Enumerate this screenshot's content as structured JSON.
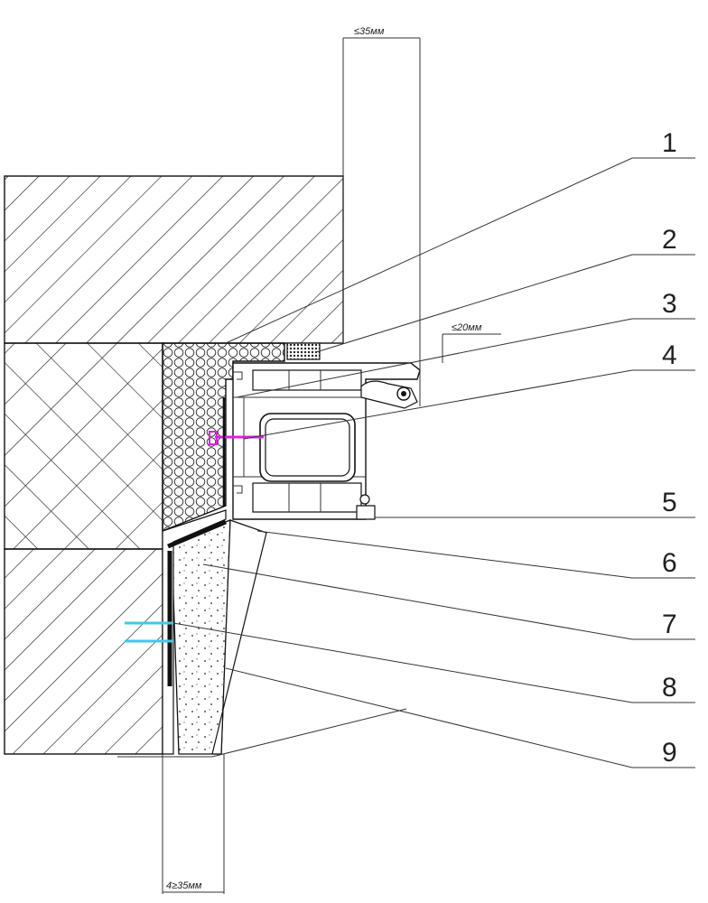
{
  "dimensions": {
    "top": "≤35мм",
    "side": "≤20мм",
    "bottom": "4≥35мм"
  },
  "callouts": [
    "1",
    "2",
    "3",
    "4",
    "5",
    "6",
    "7",
    "8",
    "9"
  ],
  "colors": {
    "anchor": "#e020e0",
    "fastener": "#40c8e8",
    "line": "#111111"
  }
}
